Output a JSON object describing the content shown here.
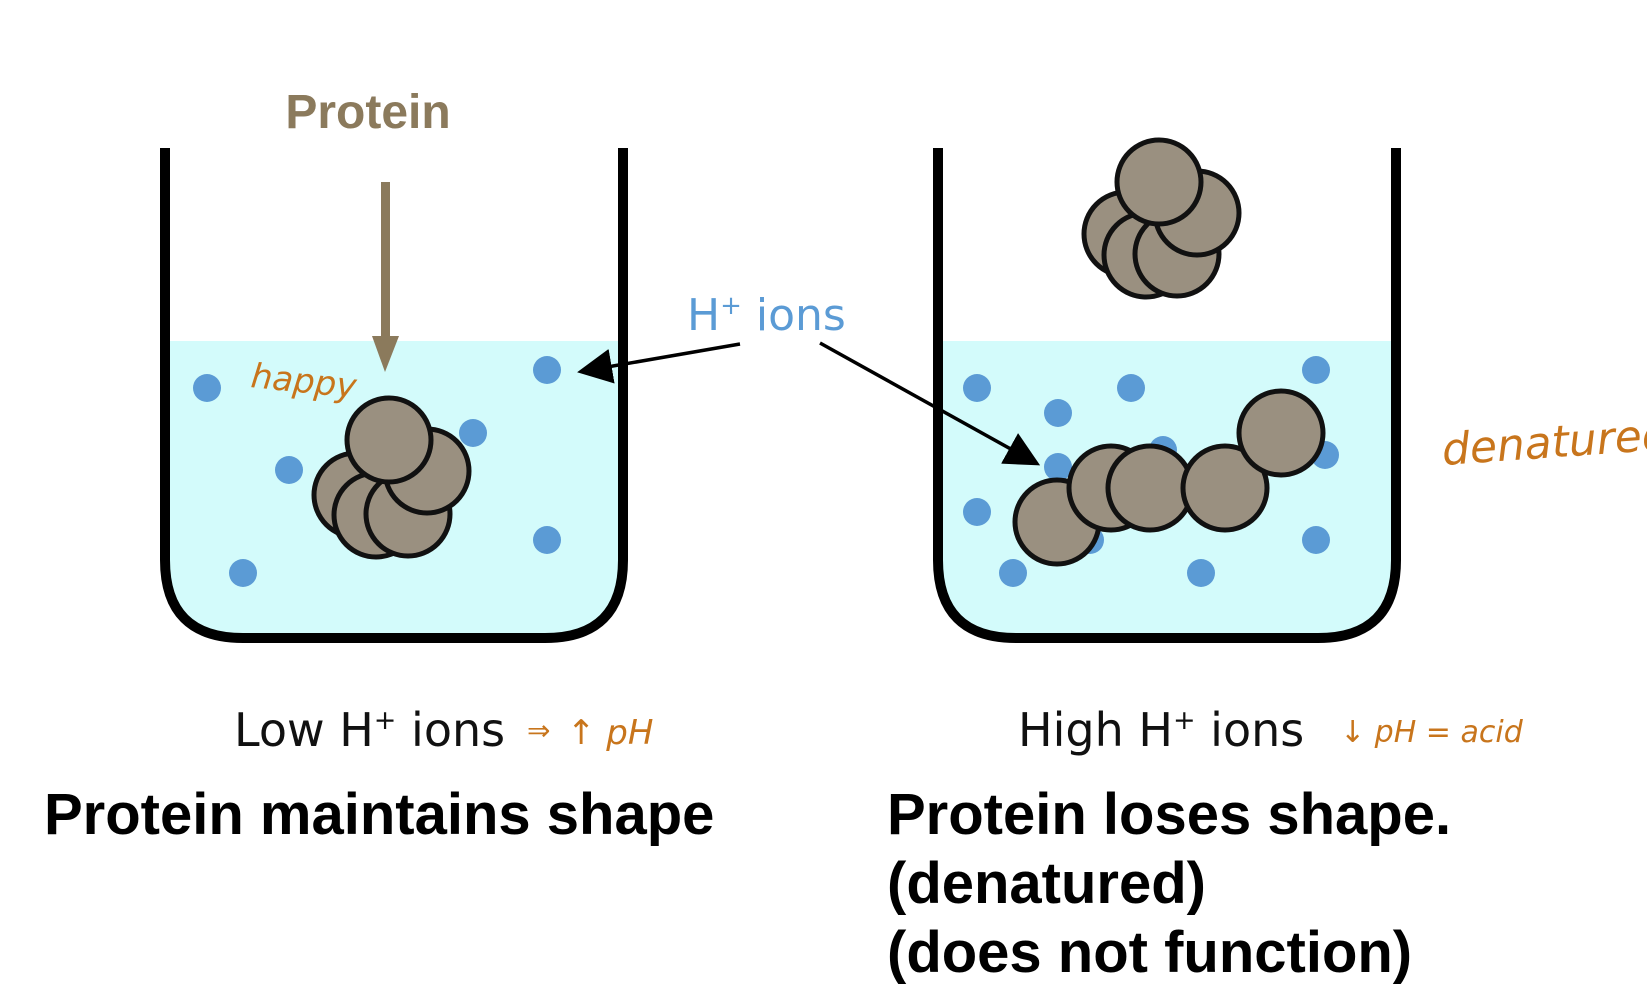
{
  "labels": {
    "protein": "Protein",
    "ions_main": "H",
    "ions_sup": "+",
    "ions_rest": " ions"
  },
  "left": {
    "condition_pre": "Low H",
    "condition_sup": "+",
    "condition_post": " ions",
    "annotation_arrow": "⇒",
    "annotation_ph": "↑ pH",
    "caption": "Protein maintains shape",
    "note": "happy"
  },
  "right": {
    "condition_pre": "High H",
    "condition_sup": "+",
    "condition_post": " ions",
    "annotation_ph": "↓ pH = acid",
    "caption_lines": [
      "Protein loses shape.",
      "(denatured)",
      "(does not function)"
    ],
    "note": "denatured"
  },
  "colors": {
    "water": "#d3fbfb",
    "ion": "#5b9bd5",
    "protein_ball": "#9a9080",
    "protein_arrow": "#8b7a5c",
    "handwriting": "#c8751c",
    "beaker": "#000000"
  }
}
